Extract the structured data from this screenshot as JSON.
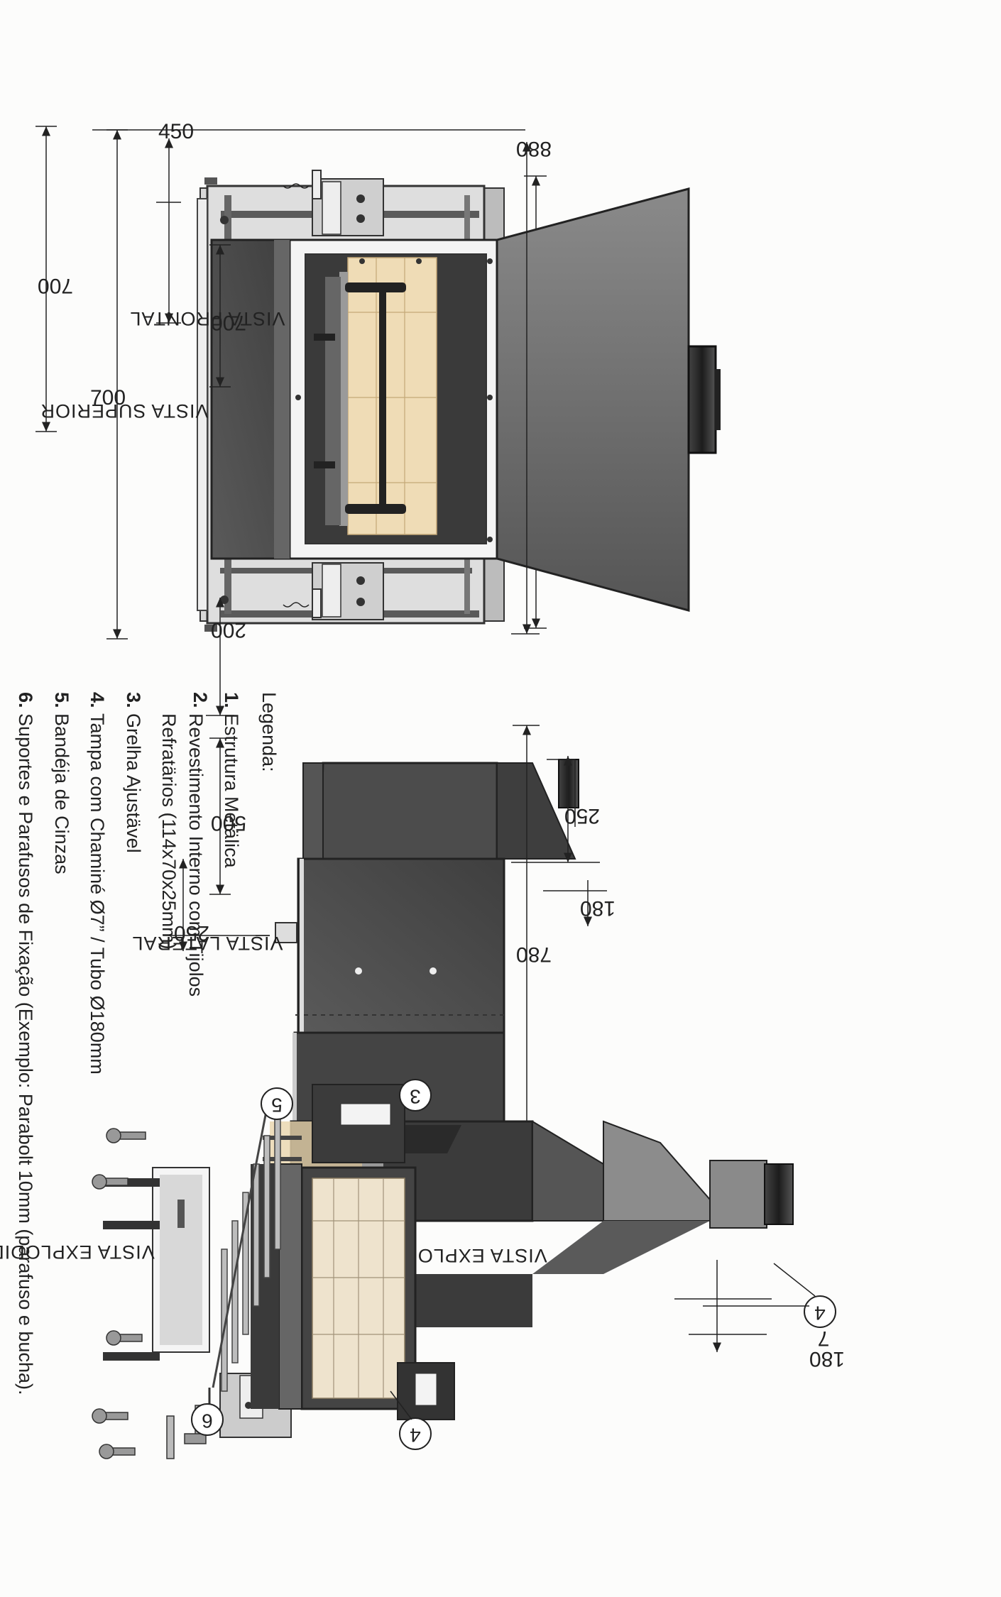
{
  "views": {
    "superior": {
      "title": "VISTA SUPERIOR",
      "dim_depth": "450",
      "dim_width_outer": "700",
      "dim_width_inner": "700"
    },
    "frontal": {
      "title": "VISTA FRONTAL",
      "dim_total": "880",
      "dim_height": "700",
      "dim_height_right": "700",
      "dim_support": "200"
    },
    "lateral": {
      "title": "VISTA LATERAL",
      "dim_total": "780",
      "dim_depth": "500",
      "dim_chimney": "250",
      "dim_offset": "180",
      "dim_base": "250"
    },
    "explodida": {
      "title": "VISTA EXPLODIDA",
      "title_lower": "VISTA EXPLODIDA",
      "dim_a": "7",
      "dim_b": "180"
    }
  },
  "callouts": [
    "3",
    "4",
    "4",
    "5",
    "6"
  ],
  "legend": {
    "title": "Legenda:",
    "items": [
      {
        "n": "1.",
        "text": "Estrutura Metälica"
      },
      {
        "n": "2.",
        "text": "Revestimento Interno com Tijolos",
        "text2": "Refratärios (114x70x25mm)"
      },
      {
        "n": "3.",
        "text": "Grelha Ajustävel"
      },
      {
        "n": "4.",
        "text": "Tampa com Chaminé Ø7” / Tubo Ø180mm"
      },
      {
        "n": "5.",
        "text": "Bandéja de Cinzas"
      },
      {
        "n": "6.",
        "text": "Suportes e Parafusos de Fixação   (Exemplo: Parabolt 10mm (parafuso e bucha)."
      }
    ]
  },
  "colors": {
    "steel": "#4a4a4a",
    "steel_light": "#7a7a7a",
    "brick": "#efdcb6",
    "wood": "#d9a55b",
    "line": "#222222"
  }
}
